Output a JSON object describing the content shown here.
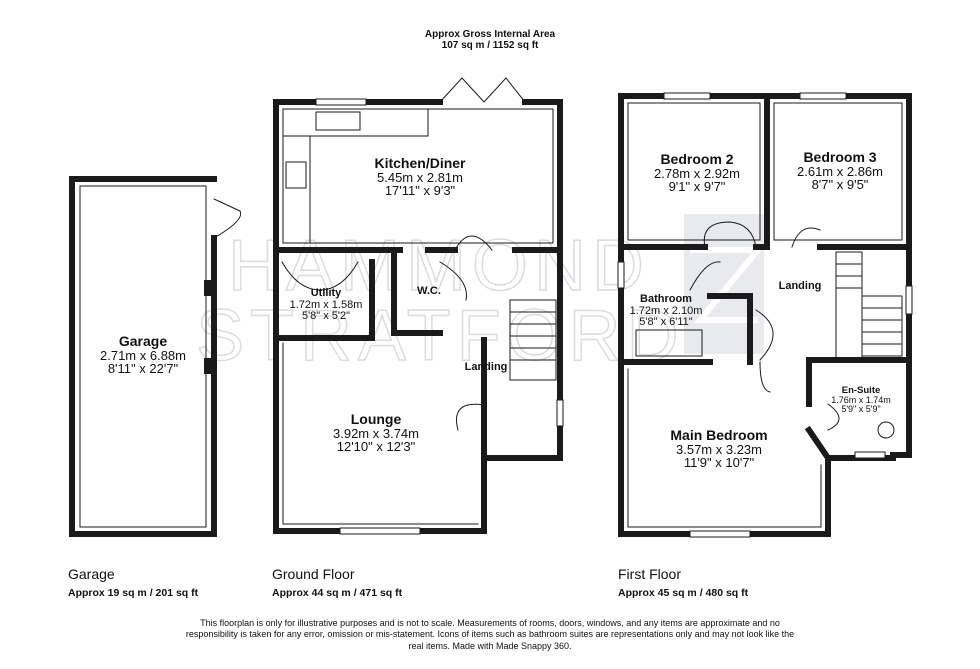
{
  "header": {
    "title": "Approx Gross Internal Area",
    "area": "107 sq m / 1152 sq ft"
  },
  "watermark": {
    "line1": "HAMMOND",
    "line2": "STRATFORD"
  },
  "rooms": {
    "garage": {
      "name": "Garage",
      "metric": "2.71m x 6.88m",
      "imperial": "8'11\" x 22'7\""
    },
    "kitchen": {
      "name": "Kitchen/Diner",
      "metric": "5.45m x 2.81m",
      "imperial": "17'11\" x 9'3\""
    },
    "utility": {
      "name": "Utility",
      "metric": "1.72m x 1.58m",
      "imperial": "5'8\" x 5'2\""
    },
    "wc": {
      "name": "W.C."
    },
    "landing_ground": {
      "name": "Landing"
    },
    "lounge": {
      "name": "Lounge",
      "metric": "3.92m x 3.74m",
      "imperial": "12'10\" x 12'3\""
    },
    "bedroom2": {
      "name": "Bedroom 2",
      "metric": "2.78m x 2.92m",
      "imperial": "9'1\" x 9'7\""
    },
    "bedroom3": {
      "name": "Bedroom 3",
      "metric": "2.61m x 2.86m",
      "imperial": "8'7\" x 9'5\""
    },
    "bathroom": {
      "name": "Bathroom",
      "metric": "1.72m x 2.10m",
      "imperial": "5'8\" x 6'11\""
    },
    "landing_first": {
      "name": "Landing"
    },
    "ensuite": {
      "name": "En-Suite",
      "metric": "1.76m x 1.74m",
      "imperial": "5'9\" x 5'9\""
    },
    "main_bedroom": {
      "name": "Main Bedroom",
      "metric": "3.57m x 3.23m",
      "imperial": "11'9\" x 10'7\""
    }
  },
  "floors": {
    "garage": {
      "name": "Garage",
      "area": "Approx 19 sq m / 201 sq ft"
    },
    "ground": {
      "name": "Ground Floor",
      "area": "Approx 44 sq m / 471 sq ft"
    },
    "first": {
      "name": "First Floor",
      "area": "Approx 45 sq m / 480 sq ft"
    }
  },
  "disclaimer": "This floorplan is only for illustrative purposes and is not to scale. Measurements of rooms, doors, windows, and any items are approximate and no responsibility is taken for any error, omission or mis-statement. Icons of items such as bathroom suites are representations only and may not look like the real items. Made with Made Snappy 360.",
  "colors": {
    "wall": "#1a1a1a",
    "watermark": "#d9dce1"
  }
}
